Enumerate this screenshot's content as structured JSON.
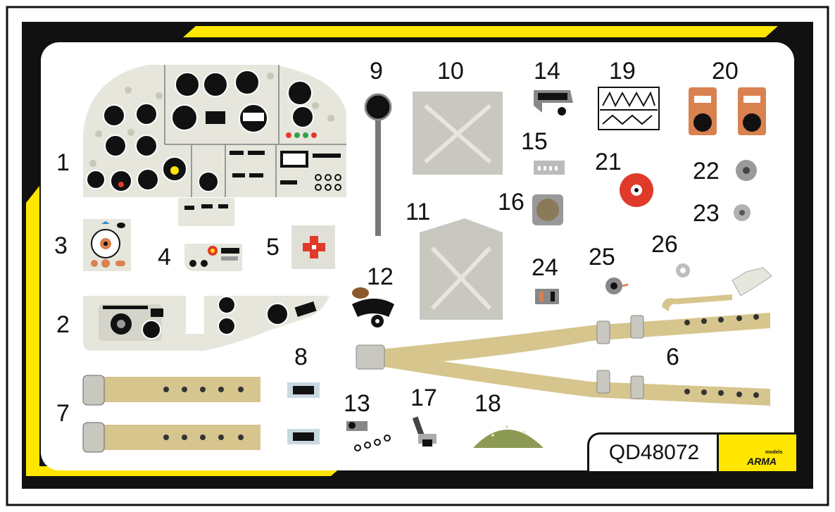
{
  "sheet": {
    "code": "QD48072",
    "brand": {
      "logo_text": "ARMA",
      "logo_subtext": "models"
    },
    "colors": {
      "black": "#111111",
      "yellow": "#fee600",
      "panel_grey": "#e6e6dc",
      "belt_tan": "#d6c58d",
      "orange": "#d9814f",
      "red": "#e03a2a",
      "olive": "#8d9a53",
      "light_grey": "#c8c8c0"
    }
  },
  "labels": [
    {
      "id": "1",
      "text": "1"
    },
    {
      "id": "2",
      "text": "2"
    },
    {
      "id": "3",
      "text": "3"
    },
    {
      "id": "4",
      "text": "4"
    },
    {
      "id": "5",
      "text": "5"
    },
    {
      "id": "6",
      "text": "6"
    },
    {
      "id": "7",
      "text": "7"
    },
    {
      "id": "8",
      "text": "8"
    },
    {
      "id": "9",
      "text": "9"
    },
    {
      "id": "10",
      "text": "10"
    },
    {
      "id": "11",
      "text": "11"
    },
    {
      "id": "12",
      "text": "12"
    },
    {
      "id": "13",
      "text": "13"
    },
    {
      "id": "14",
      "text": "14"
    },
    {
      "id": "15",
      "text": "15"
    },
    {
      "id": "16",
      "text": "16"
    },
    {
      "id": "17",
      "text": "17"
    },
    {
      "id": "18",
      "text": "18"
    },
    {
      "id": "19",
      "text": "19"
    },
    {
      "id": "20",
      "text": "20"
    },
    {
      "id": "21",
      "text": "21"
    },
    {
      "id": "22",
      "text": "22"
    },
    {
      "id": "23",
      "text": "23"
    },
    {
      "id": "24",
      "text": "24"
    },
    {
      "id": "25",
      "text": "25"
    },
    {
      "id": "26",
      "text": "26"
    }
  ]
}
